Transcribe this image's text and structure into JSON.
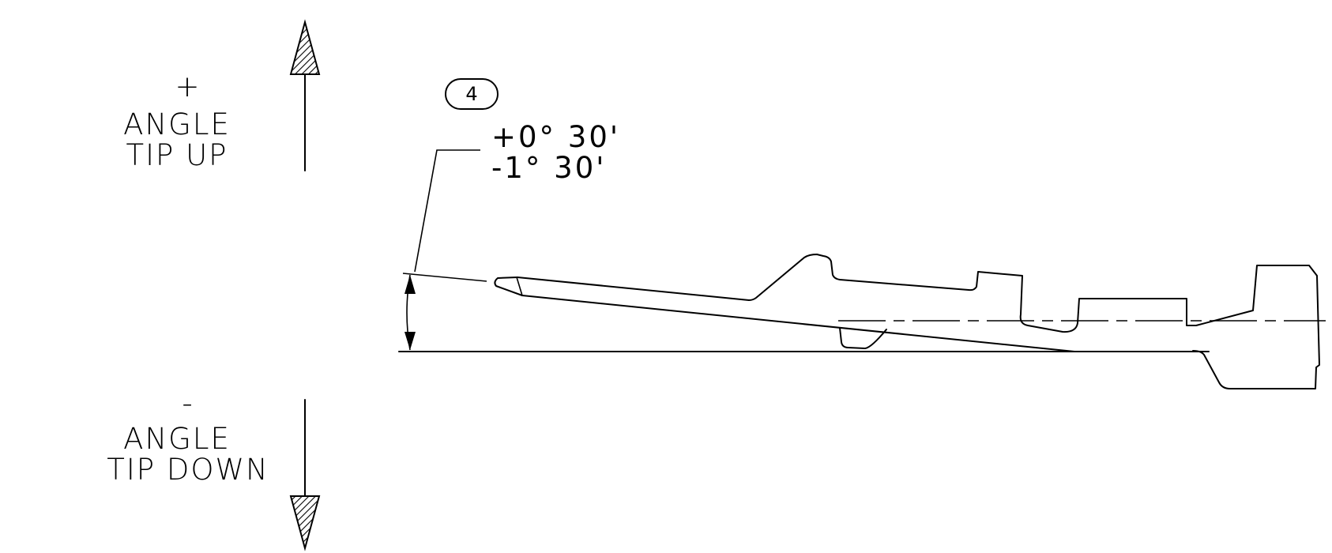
{
  "legend": {
    "up": {
      "sign": "+",
      "line1": "ANGLE",
      "line2": "TIP UP"
    },
    "down": {
      "sign": "-",
      "line1": "ANGLE",
      "line2": "TIP DOWN"
    }
  },
  "callout": {
    "balloon_number": "4",
    "tolerance_plus": "+0° 30'",
    "tolerance_minus": "-1° 30'"
  },
  "colors": {
    "line": "#000000",
    "background": "#ffffff",
    "arrow_hatch": "#000000"
  }
}
